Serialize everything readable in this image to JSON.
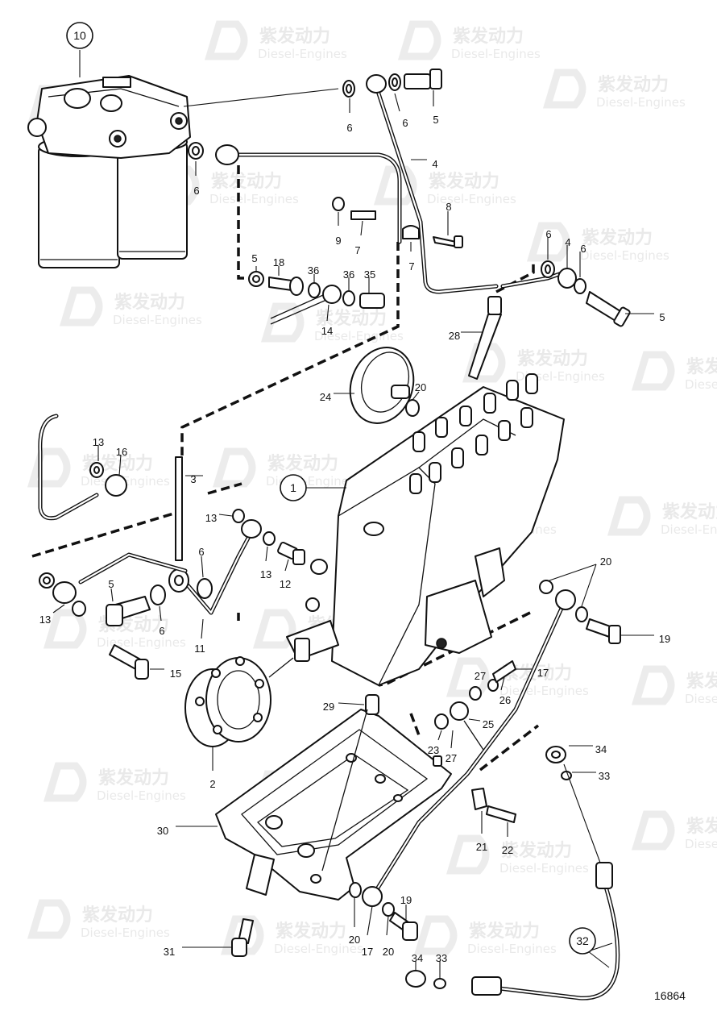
{
  "drawing_number": "16864",
  "watermark": {
    "brand_cn": "紫发动力",
    "brand_en": "Diesel-Engines",
    "color": "#d8d8d8"
  },
  "callouts": [
    {
      "id": "c10",
      "text": "10",
      "circled": true
    },
    {
      "id": "c6a",
      "text": "6"
    },
    {
      "id": "c6b",
      "text": "6"
    },
    {
      "id": "c5a",
      "text": "5"
    },
    {
      "id": "c6c",
      "text": "6"
    },
    {
      "id": "c4a",
      "text": "4"
    },
    {
      "id": "c8",
      "text": "8"
    },
    {
      "id": "c9",
      "text": "9"
    },
    {
      "id": "c7a",
      "text": "7"
    },
    {
      "id": "c7b",
      "text": "7"
    },
    {
      "id": "c6d",
      "text": "6"
    },
    {
      "id": "c4b",
      "text": "4"
    },
    {
      "id": "c6e",
      "text": "6"
    },
    {
      "id": "c5b",
      "text": "5"
    },
    {
      "id": "c5c",
      "text": "5"
    },
    {
      "id": "c18",
      "text": "18"
    },
    {
      "id": "c36a",
      "text": "36"
    },
    {
      "id": "c36b",
      "text": "36"
    },
    {
      "id": "c35",
      "text": "35"
    },
    {
      "id": "c14",
      "text": "14"
    },
    {
      "id": "c28",
      "text": "28"
    },
    {
      "id": "c24",
      "text": "24"
    },
    {
      "id": "c20a",
      "text": "20"
    },
    {
      "id": "c13a",
      "text": "13"
    },
    {
      "id": "c16",
      "text": "16"
    },
    {
      "id": "c3",
      "text": "3"
    },
    {
      "id": "c1",
      "text": "1",
      "circled": true
    },
    {
      "id": "c13b",
      "text": "13"
    },
    {
      "id": "c6f",
      "text": "6"
    },
    {
      "id": "c13c",
      "text": "13"
    },
    {
      "id": "c12",
      "text": "12"
    },
    {
      "id": "c20b",
      "text": "20"
    },
    {
      "id": "c5d",
      "text": "5"
    },
    {
      "id": "c13d",
      "text": "13"
    },
    {
      "id": "c6g",
      "text": "6"
    },
    {
      "id": "c11",
      "text": "11"
    },
    {
      "id": "c19a",
      "text": "19"
    },
    {
      "id": "c15",
      "text": "15"
    },
    {
      "id": "c17a",
      "text": "17"
    },
    {
      "id": "c27a",
      "text": "27"
    },
    {
      "id": "c26",
      "text": "26"
    },
    {
      "id": "c29",
      "text": "29"
    },
    {
      "id": "c25",
      "text": "25"
    },
    {
      "id": "c23",
      "text": "23"
    },
    {
      "id": "c27b",
      "text": "27"
    },
    {
      "id": "c2",
      "text": "2"
    },
    {
      "id": "c34a",
      "text": "34"
    },
    {
      "id": "c33a",
      "text": "33"
    },
    {
      "id": "c30",
      "text": "30"
    },
    {
      "id": "c21",
      "text": "21"
    },
    {
      "id": "c22",
      "text": "22"
    },
    {
      "id": "c19b",
      "text": "19"
    },
    {
      "id": "c31",
      "text": "31"
    },
    {
      "id": "c20c",
      "text": "20"
    },
    {
      "id": "c17b",
      "text": "17"
    },
    {
      "id": "c20d",
      "text": "20"
    },
    {
      "id": "c32",
      "text": "32",
      "circled": true
    },
    {
      "id": "c34b",
      "text": "34"
    },
    {
      "id": "c33b",
      "text": "33"
    }
  ]
}
